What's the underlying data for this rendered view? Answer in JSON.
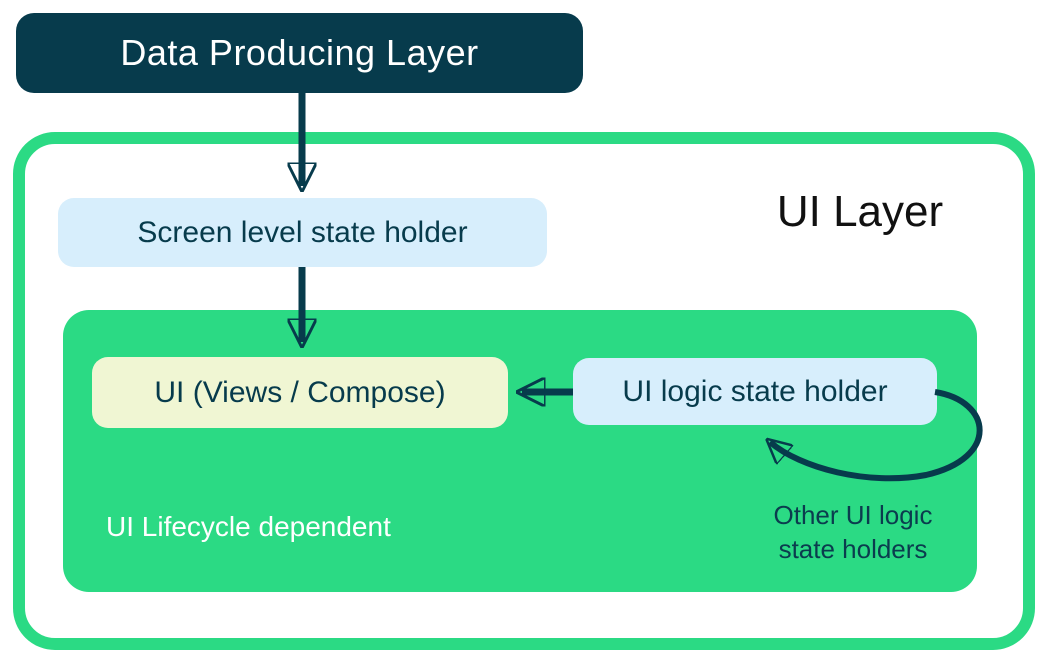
{
  "diagram": {
    "data_producing_layer": {
      "label": "Data Producing Layer"
    },
    "ui_layer": {
      "label": "UI Layer",
      "screen_state_holder": {
        "label": "Screen level state holder"
      },
      "lifecycle_container": {
        "caption": "UI Lifecycle dependent",
        "ui_box": {
          "label": "UI (Views / Compose)"
        },
        "ui_logic_state_holder": {
          "label": "UI logic state holder"
        },
        "other_holders_note": {
          "line1": "Other UI logic",
          "line2": "state holders"
        }
      }
    },
    "arrows": {
      "data_to_screen_holder": "Data Producing Layer -> Screen level state holder",
      "screen_holder_to_ui": "Screen level state holder -> UI (Views / Compose)",
      "logic_holder_to_ui": "UI logic state holder -> UI (Views / Compose)",
      "logic_holder_self_loop": "Other UI logic state holders -> UI logic state holder"
    },
    "colors": {
      "navy": "#073B4C",
      "green": "#2BDA84",
      "light_blue": "#D7EEFC",
      "pale_yellow": "#F0F6D3",
      "white": "#FFFFFF",
      "title_text": "#111111"
    }
  }
}
